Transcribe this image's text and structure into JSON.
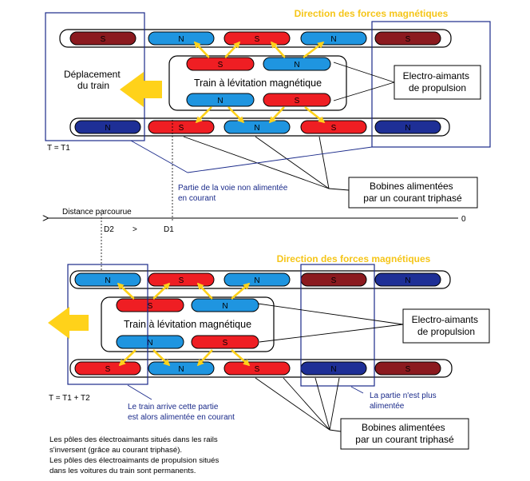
{
  "colors": {
    "north": "#1f95e0",
    "south": "#ef1e23",
    "dark_south": "#8b1a1f",
    "dark_north": "#1e2f96",
    "arrow": "#ffd21a",
    "frame": "#1a2a8a",
    "annotation": "#1a2a8a",
    "title": "#f5c518"
  },
  "top": {
    "title": "Direction des forces magnétiques",
    "train_label": "Train à lévitation magnétique",
    "motion_label_line1": "Déplacement",
    "motion_label_line2": "du train",
    "callout_magnets_line1": "Electro-aimants",
    "callout_magnets_line2": "de propulsion",
    "callout_coils_line1": "Bobines alimentées",
    "callout_coils_line2": "par un courant triphasé",
    "unpowered_line1": "Partie de la voie non alimentée",
    "unpowered_line2": "en courant",
    "time_label": "T = T1",
    "rail_top_poles": [
      "S",
      "N",
      "S",
      "N",
      "S"
    ],
    "rail_bottom_poles": [
      "N",
      "S",
      "N",
      "S",
      "N"
    ],
    "train_top_poles": [
      "S",
      "N"
    ],
    "train_bottom_poles": [
      "N",
      "S"
    ]
  },
  "axis": {
    "label": "Distance parcourue",
    "zero": "0",
    "d2": "D2",
    "gt": ">",
    "d1": "D1"
  },
  "bottom": {
    "title": "Direction des forces magnétiques",
    "train_label": "Train à lévitation magnétique",
    "callout_magnets_line1": "Electro-aimants",
    "callout_magnets_line2": "de propulsion",
    "callout_coils_line1": "Bobines alimentées",
    "callout_coils_line2": "par un courant triphasé",
    "powered_line1": "Le train arrive cette partie",
    "powered_line2": "est alors alimentée en courant",
    "unpowered_line1": "La partie n'est plus",
    "unpowered_line2": "alimentée",
    "time_label": "T = T1 + T2",
    "rail_top_poles": [
      "N",
      "S",
      "N",
      "S",
      "N"
    ],
    "rail_bottom_poles": [
      "S",
      "N",
      "S",
      "N",
      "S"
    ],
    "train_top_poles": [
      "S",
      "N"
    ],
    "train_bottom_poles": [
      "N",
      "S"
    ]
  },
  "footnote": "Les pôles des électroaimants situés dans les rails\ns'inversent (grâce au courant triphasé).\nLes pôles des électroaimants de propulsion situés\ndans les voitures du train sont permanents."
}
